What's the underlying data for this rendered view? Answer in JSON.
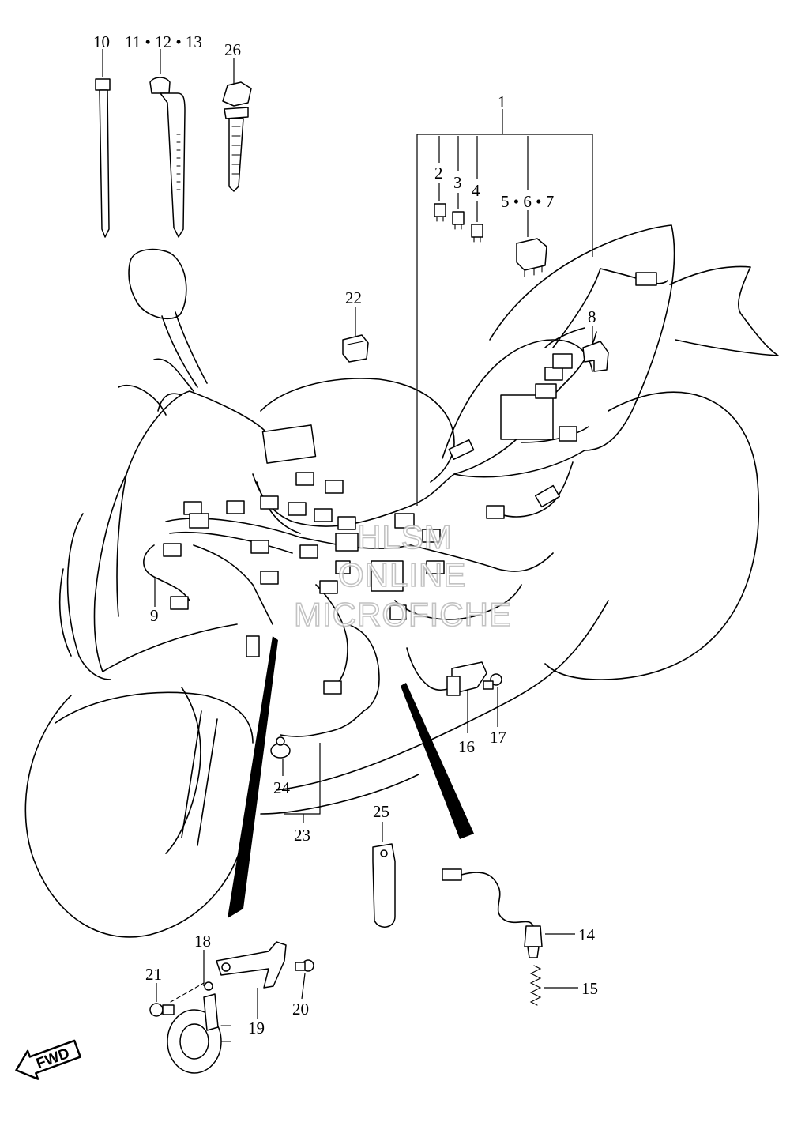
{
  "watermark": {
    "line1": "HLSM",
    "line2": "ONLINE",
    "line3": "MICROFICHE"
  },
  "fwd_label": "FWD",
  "callouts": {
    "p1": "1",
    "p2": "2",
    "p3": "3",
    "p4": "4",
    "p5_6_7": "5 • 6 • 7",
    "p8": "8",
    "p9": "9",
    "p10": "10",
    "p11_12_13": "11 • 12 • 13",
    "p14": "14",
    "p15": "15",
    "p16": "16",
    "p17": "17",
    "p18": "18",
    "p19": "19",
    "p20": "20",
    "p21": "21",
    "p22": "22",
    "p23": "23",
    "p24": "24",
    "p25": "25",
    "p26": "26"
  }
}
